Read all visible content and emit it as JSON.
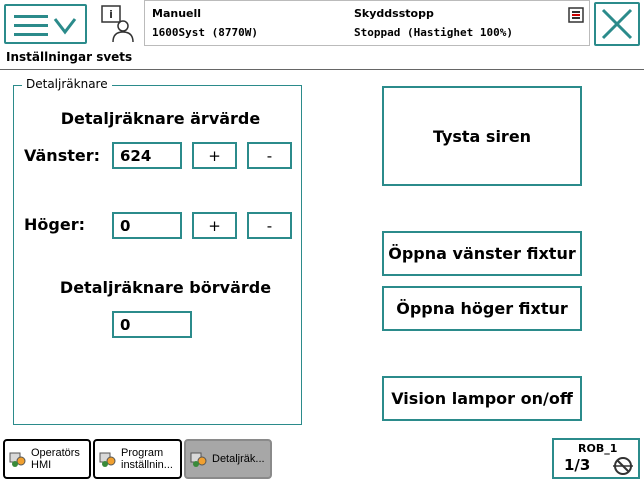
{
  "header": {
    "mode": "Manuell",
    "system": "1600Syst (8770W)",
    "safety_status": "Skyddsstopp",
    "run_status": "Stoppad (Hastighet 100%)"
  },
  "window": {
    "title": "Inställningar svets"
  },
  "group": {
    "legend": "Detaljräknare",
    "actual_heading": "Detaljräknare ärvärde",
    "left_label": "Vänster:",
    "left_value": "624",
    "right_label": "Höger:",
    "right_value": "0",
    "plus_label": "+",
    "minus_label": "-",
    "setpoint_heading": "Detaljräknare börvärde",
    "setpoint_value": "0"
  },
  "actions": {
    "silence_siren": "Tysta siren",
    "open_left_fixture": "Öppna vänster fixtur",
    "open_right_fixture": "Öppna höger fixtur",
    "vision_lamps": "Vision lampor on/off"
  },
  "taskbar": {
    "items": [
      {
        "line1": "Operatörs",
        "line2": "HMI"
      },
      {
        "line1": "Program",
        "line2": "inställnin..."
      },
      {
        "line1": "Detaljräk...",
        "line2": ""
      }
    ],
    "robot_name": "ROB_1",
    "fraction": "1/3"
  },
  "colors": {
    "accent": "#2b8b8b",
    "active_tab": "#a7a7a7"
  }
}
